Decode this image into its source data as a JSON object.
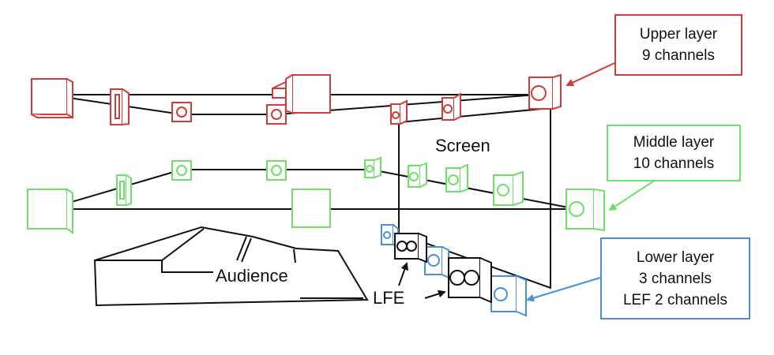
{
  "colors": {
    "upper": "#d13b3b",
    "middle": "#6ee06a",
    "lower": "#4a90d9",
    "line": "#111111"
  },
  "labels": {
    "upper": {
      "line1": "Upper layer",
      "line2": "9 channels"
    },
    "middle": {
      "line1": "Middle layer",
      "line2": "10 channels"
    },
    "lower": {
      "line1": "Lower layer",
      "line2": "3 channels",
      "line3": "LEF 2 channels"
    }
  },
  "screen_label": "Screen",
  "audience_label": "Audience",
  "lfe_label": "LFE",
  "icons": {
    "speaker": "speaker-icon",
    "subwoofer": "subwoofer-icon",
    "arrow": "arrow-icon"
  }
}
